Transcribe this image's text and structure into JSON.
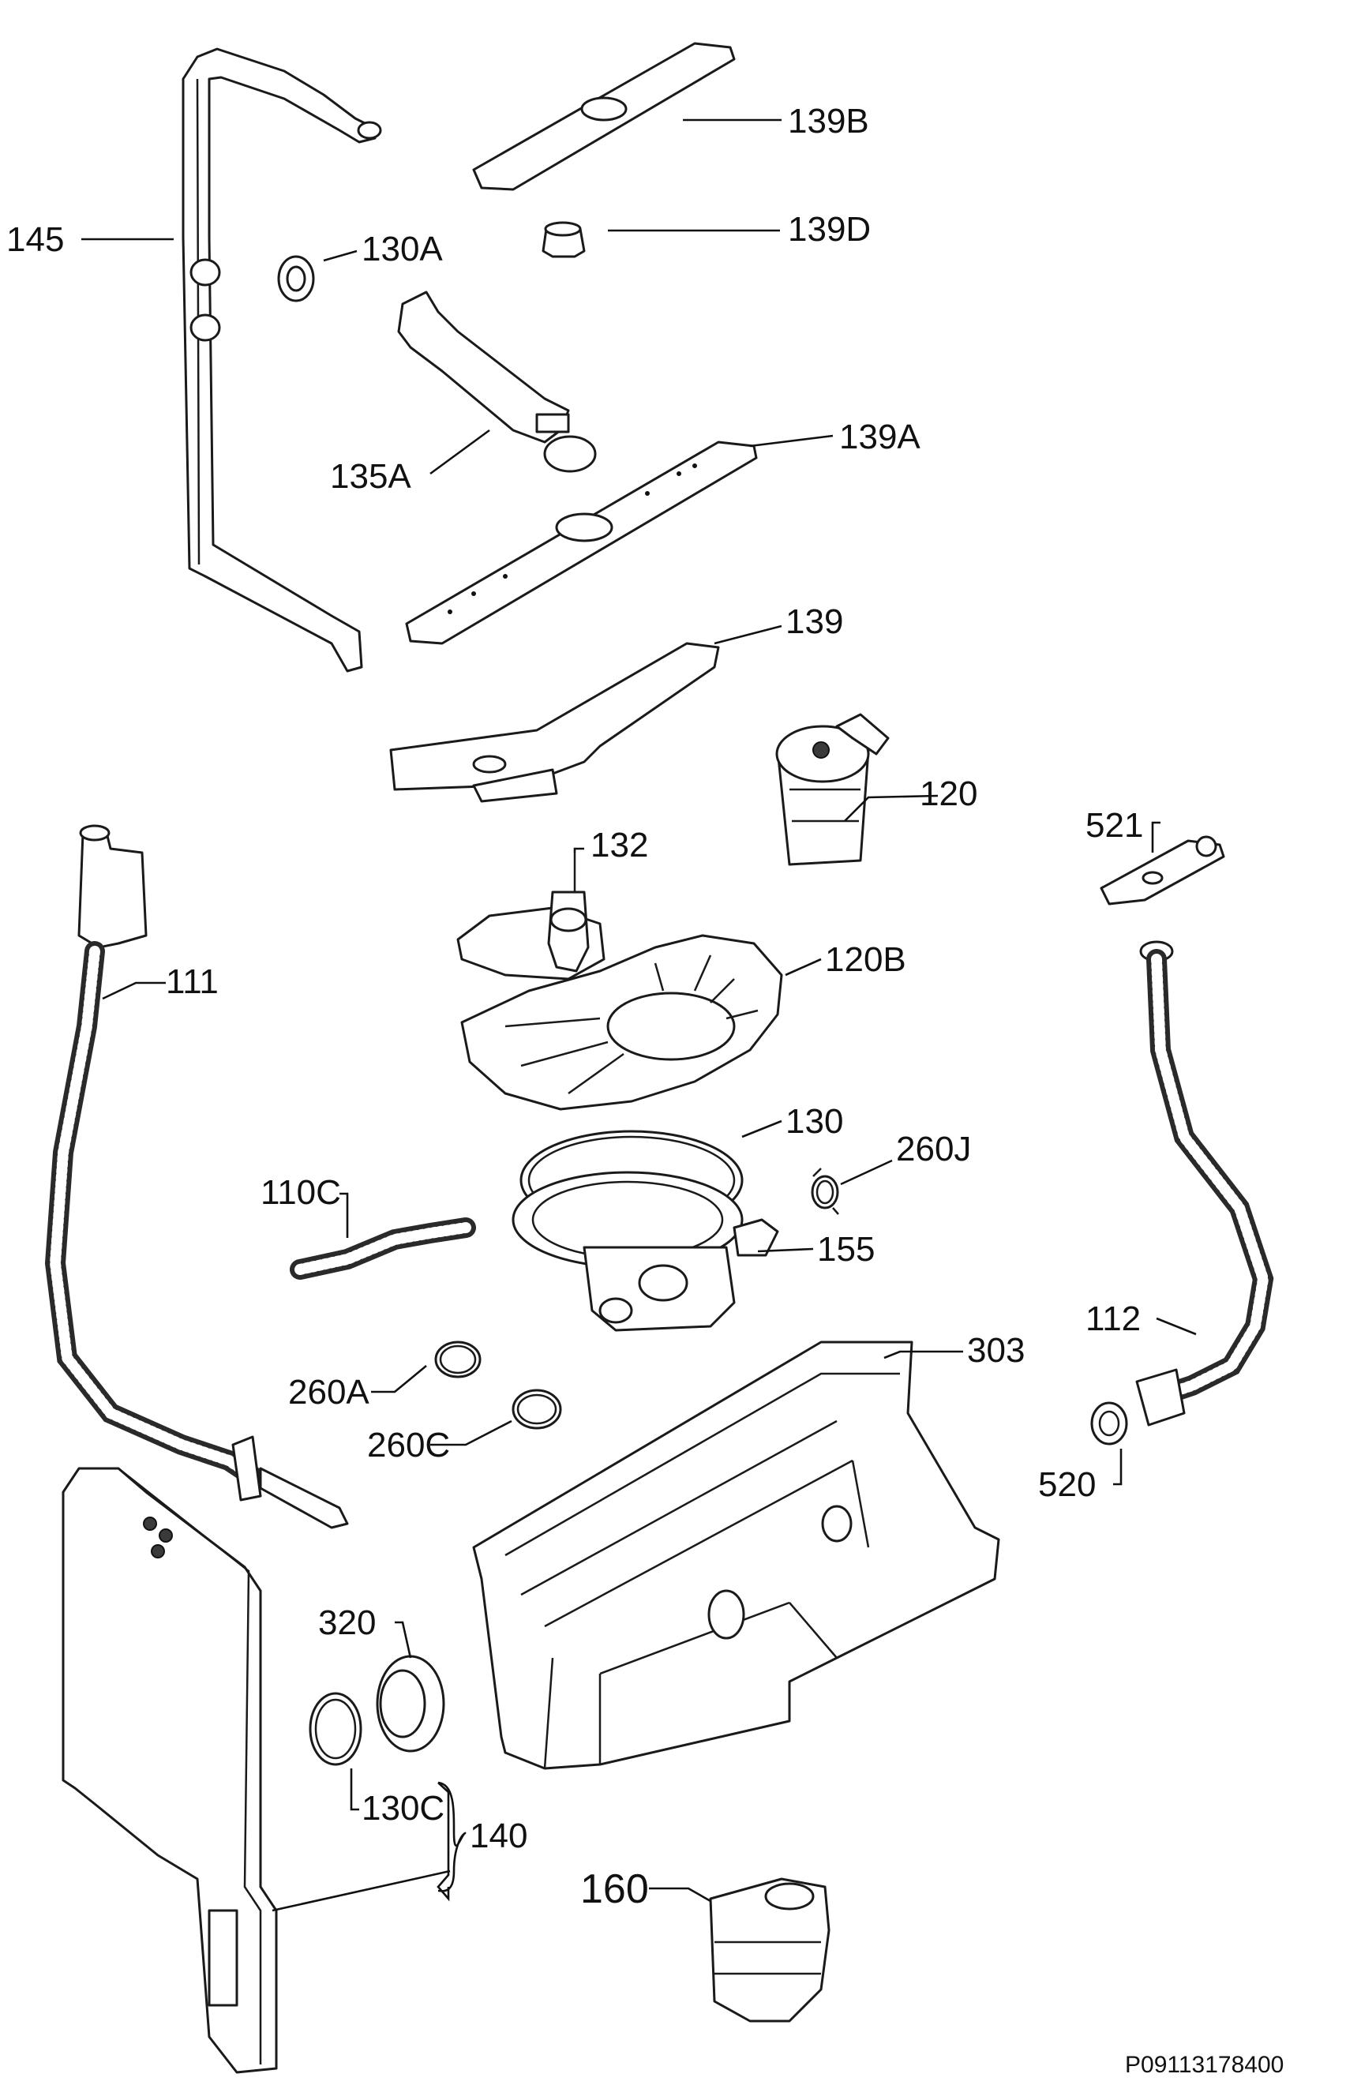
{
  "labels": {
    "l145": "145",
    "l130A": "130A",
    "l139B": "139B",
    "l139D": "139D",
    "l135A": "135A",
    "l139A": "139A",
    "l139": "139",
    "l120": "120",
    "l521": "521",
    "l132": "132",
    "l111": "111",
    "l120B": "120B",
    "l130": "130",
    "l260J": "260J",
    "l110C": "110C",
    "l155": "155",
    "l112": "112",
    "l303": "303",
    "l260A": "260A",
    "l260C": "260C",
    "l520": "520",
    "l320": "320",
    "l130C": "130C",
    "l140": "140",
    "l160": "160"
  },
  "drawing_code": "P09113178400"
}
